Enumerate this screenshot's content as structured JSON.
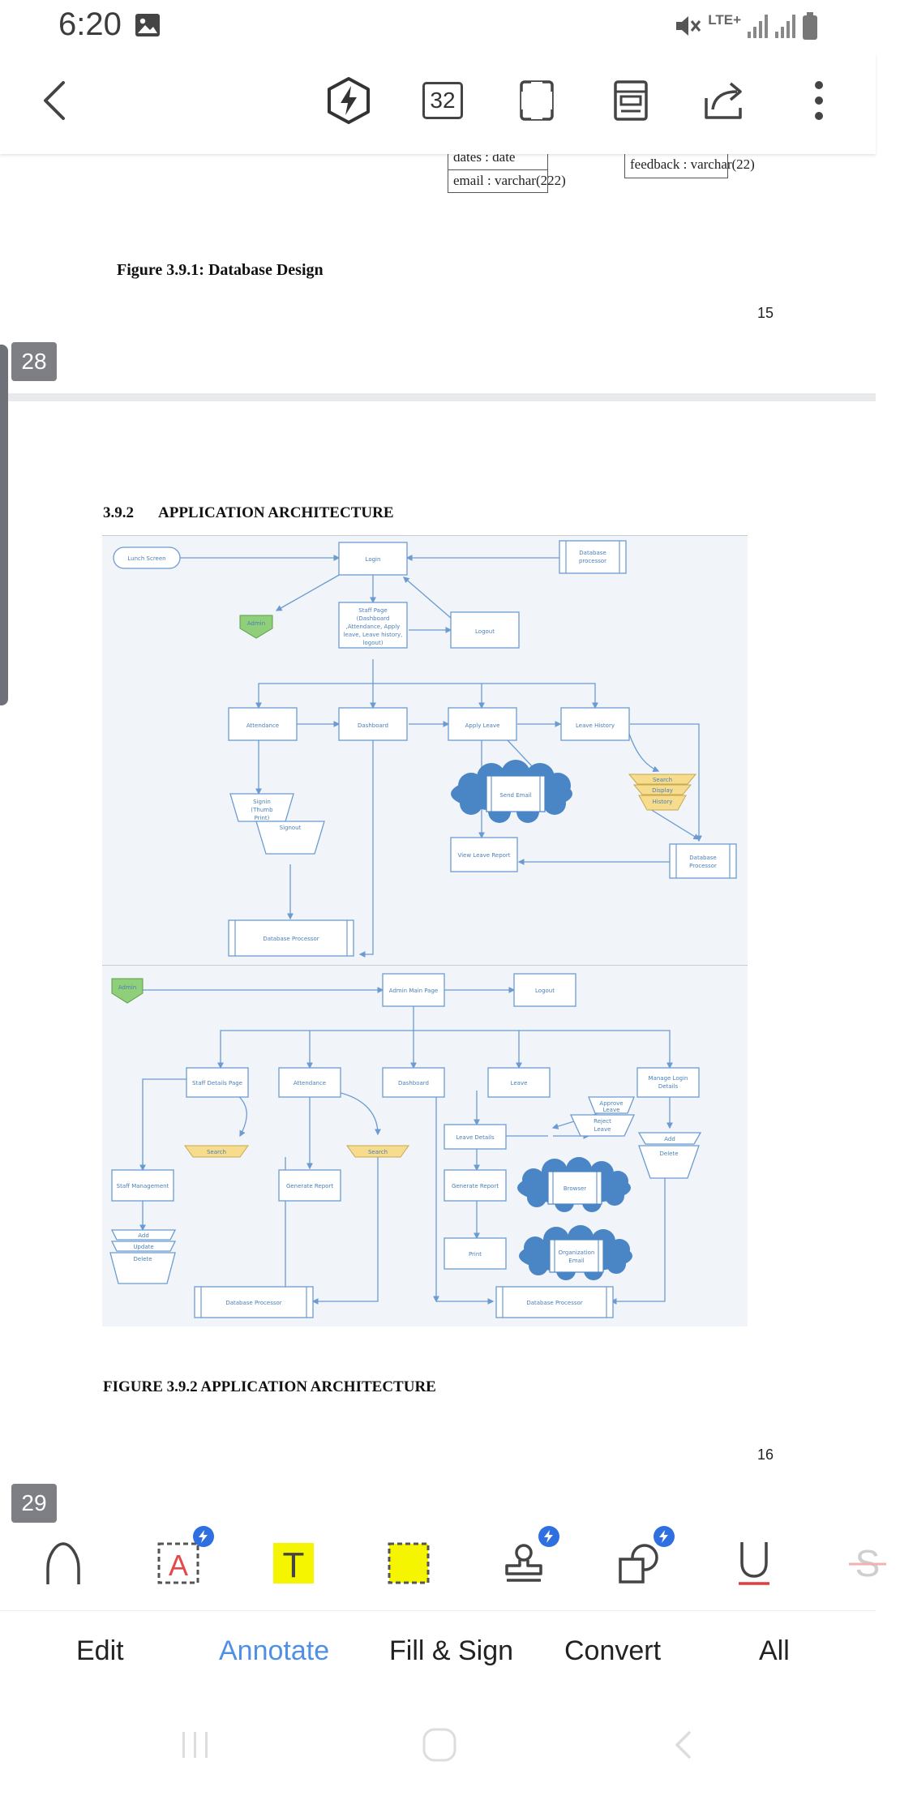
{
  "status_bar": {
    "time": "6:20",
    "network": "LTE+",
    "icons": [
      "image-icon",
      "mute-icon",
      "signal-icon",
      "signal-icon",
      "battery-icon"
    ]
  },
  "toolbar": {
    "page_count": "32",
    "icons": [
      "back-arrow-icon",
      "bolt-icon",
      "page-count-icon",
      "fullscreen-icon",
      "reading-mode-icon",
      "share-icon",
      "more-icon"
    ]
  },
  "document": {
    "prev_page": {
      "db_fields": [
        "dates : date",
        "email : varchar(222)",
        "feedback : varchar(22)"
      ],
      "caption": "Figure 3.9.1: Database Design",
      "page_number": "15"
    },
    "page_badge_top": "28",
    "page": {
      "section_number": "3.9.2",
      "section_title": "APPLICATION ARCHITECTURE",
      "staff_diagram": {
        "nodes": {
          "lunch_screen": "Lunch Screen",
          "login": "Login",
          "db_processor_top": [
            "Database",
            "processor"
          ],
          "admin": "Admin",
          "staff_page": [
            "Staff Page",
            "(Dashboard",
            ",Attendance, Apply",
            "leave, Leave history,",
            "logout)"
          ],
          "logout": "Logout",
          "attendance": "Attendance",
          "dashboard": "Dashboard",
          "apply_leave": "Apply Leave",
          "leave_history": "Leave History",
          "send_email": "Send Email",
          "search_display": [
            "Search",
            "Display",
            "History"
          ],
          "signin": [
            "Signin",
            "(Thumb",
            "Print)"
          ],
          "signout": "Signout",
          "view_leave_report": "View Leave Report",
          "db_processor_right": [
            "Database",
            "Processor"
          ],
          "db_processor_bottom": "Database Processor"
        }
      },
      "admin_diagram": {
        "nodes": {
          "admin": "Admin",
          "admin_main_page": "Admin Main Page",
          "logout": "Logout",
          "staff_details_page": "Staff Details Page",
          "attendance": "Attendance",
          "dashboard": "Dashboard",
          "leave": "Leave",
          "manage_login": [
            "Manage Login",
            "Details"
          ],
          "approve_leave": [
            "Approve",
            "Leave"
          ],
          "reject_leave": [
            "Reject",
            "Leave"
          ],
          "leave_details": "Leave Details",
          "add_right": "Add",
          "delete_right": "Delete",
          "search_left": "Search",
          "search_mid": "Search",
          "staff_management": "Staff Management",
          "generate_report_left": "Generate Report",
          "generate_report_right": "Generate Report",
          "browser": "Browser",
          "add_left": "Add",
          "update": "Update",
          "delete_left": "Delete",
          "print": "Print",
          "org_email": [
            "Organization",
            "Email"
          ],
          "db_processor_left": "Database Processor",
          "db_processor_right": "Database Processor"
        }
      },
      "caption": "FIGURE 3.9.2 APPLICATION ARCHITECTURE",
      "page_number": "16"
    },
    "page_badge_bottom": "29"
  },
  "annotate_tools": [
    {
      "name": "pen-tool",
      "icon": "pen-icon"
    },
    {
      "name": "text-box-tool",
      "icon": "text-box-icon",
      "glyph": "A",
      "premium": true
    },
    {
      "name": "highlight-text-tool",
      "icon": "highlight-text-icon",
      "glyph": "T"
    },
    {
      "name": "area-highlight-tool",
      "icon": "area-highlight-icon"
    },
    {
      "name": "stamp-tool",
      "icon": "stamp-icon",
      "premium": true
    },
    {
      "name": "shapes-tool",
      "icon": "shapes-icon",
      "premium": true
    },
    {
      "name": "underline-tool",
      "icon": "underline-icon"
    },
    {
      "name": "strikethrough-tool",
      "icon": "strikethrough-icon",
      "glyph": "S"
    }
  ],
  "colors": {
    "accent": "#4f8fe6",
    "highlight": "#f5f500",
    "underline": "#e23c3c",
    "premium_badge": "#2f6fe0",
    "diagram_line": "#6b9bd1",
    "diagram_green": "#8fcf7a",
    "diagram_yellow": "#f6dc8c",
    "diagram_cloud": "#4a86c5"
  },
  "tabs": [
    {
      "label": "Edit",
      "active": false
    },
    {
      "label": "Annotate",
      "active": true
    },
    {
      "label": "Fill & Sign",
      "active": false
    },
    {
      "label": "Convert",
      "active": false
    },
    {
      "label": "All",
      "active": false
    }
  ],
  "nav_bar": [
    "recents-icon",
    "home-icon",
    "back-icon"
  ]
}
